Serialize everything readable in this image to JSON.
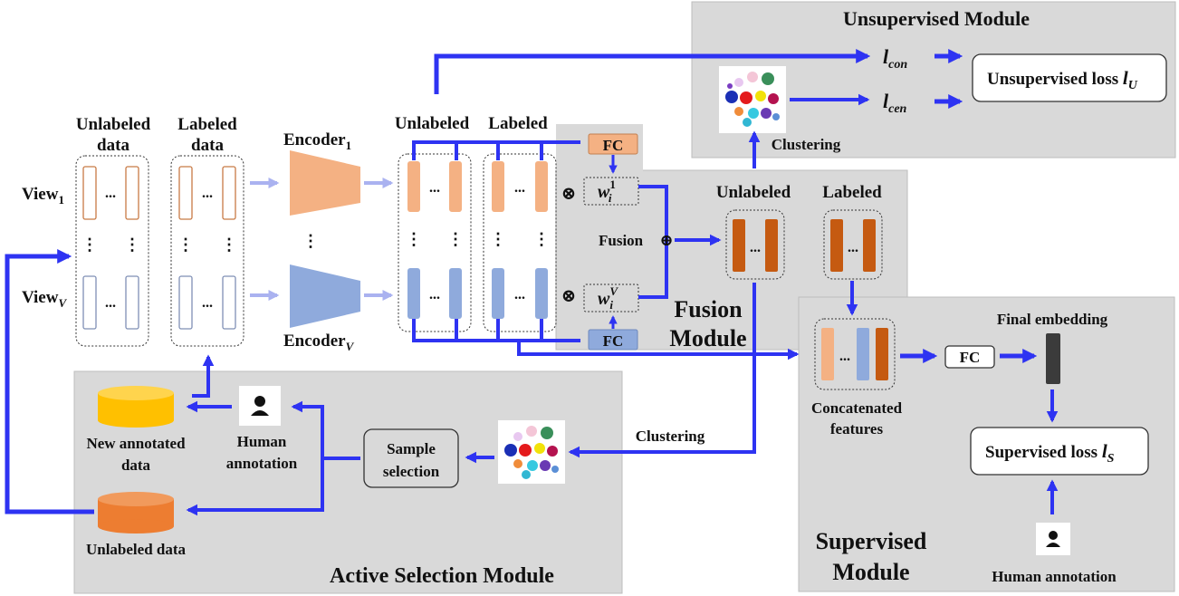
{
  "modules": {
    "unsupervised_title": "Unsupervised Module",
    "fusion_title_line1": "Fusion",
    "fusion_title_line2": "Module",
    "supervised_title_line1": "Supervised",
    "supervised_title_line2": "Module",
    "active_title": "Active Selection Module"
  },
  "inputs": {
    "unlabeled_line1": "Unlabeled",
    "unlabeled_line2": "data",
    "labeled_line1": "Labeled",
    "labeled_line2": "data",
    "view_first_base": "View",
    "view_first_sub": "1",
    "view_last_base": "View",
    "view_last_sub": "V"
  },
  "encoders": {
    "first_base": "Encoder",
    "first_sub": "1",
    "last_base": "Encoder",
    "last_sub": "V"
  },
  "features": {
    "unlabeled": "Unlabeled",
    "labeled": "Labeled"
  },
  "fusion": {
    "fc_top": "FC",
    "fc_bottom": "FC",
    "weight_top_base": "w",
    "weight_top_sub": "i",
    "weight_top_sup": "1",
    "weight_bottom_base": "w",
    "weight_bottom_sub": "i",
    "weight_bottom_sup": "V",
    "fusion_label": "Fusion",
    "otimes_symbol": "⊗",
    "oplus_symbol": "⊕",
    "fused_unlabeled": "Unlabeled",
    "fused_labeled": "Labeled"
  },
  "unsupervised": {
    "l_con_base": "l",
    "l_con_sub": "con",
    "l_cen_base": "l",
    "l_cen_sub": "cen",
    "loss_text": "Unsupervised loss ",
    "loss_base": "l",
    "loss_sub": "U",
    "clustering": "Clustering"
  },
  "supervised": {
    "concat_line1": "Concatenated",
    "concat_line2": "features",
    "fc": "FC",
    "final_embedding": "Final embedding",
    "loss_text": "Supervised loss ",
    "loss_base": "l",
    "loss_sub": "S",
    "human_annotation": "Human annotation"
  },
  "active": {
    "clustering": "Clustering",
    "sample_selection_line1": "Sample",
    "sample_selection_line2": "selection",
    "human_line1": "Human",
    "human_line2": "annotation",
    "new_annotated_line1": "New annotated",
    "new_annotated_line2": "data",
    "unlabeled_data": "Unlabeled data"
  },
  "symbols": {
    "ellipsis": "...",
    "vdots": "⋮"
  },
  "icons": {
    "person": "person-icon",
    "cluster": "cluster-scatter-icon",
    "database": "database-icon"
  },
  "colors": {
    "arrow_blue": "#2e33f2",
    "module_bg": "#d9d9d9",
    "view1_orange": "#f4b183",
    "viewV_blue": "#8faadc",
    "fused_orange": "#c55a11",
    "new_annotated_yellow": "#ffc000",
    "unlabeled_db_orange": "#ed7d31",
    "embedding_dark": "#3b3b3b"
  }
}
